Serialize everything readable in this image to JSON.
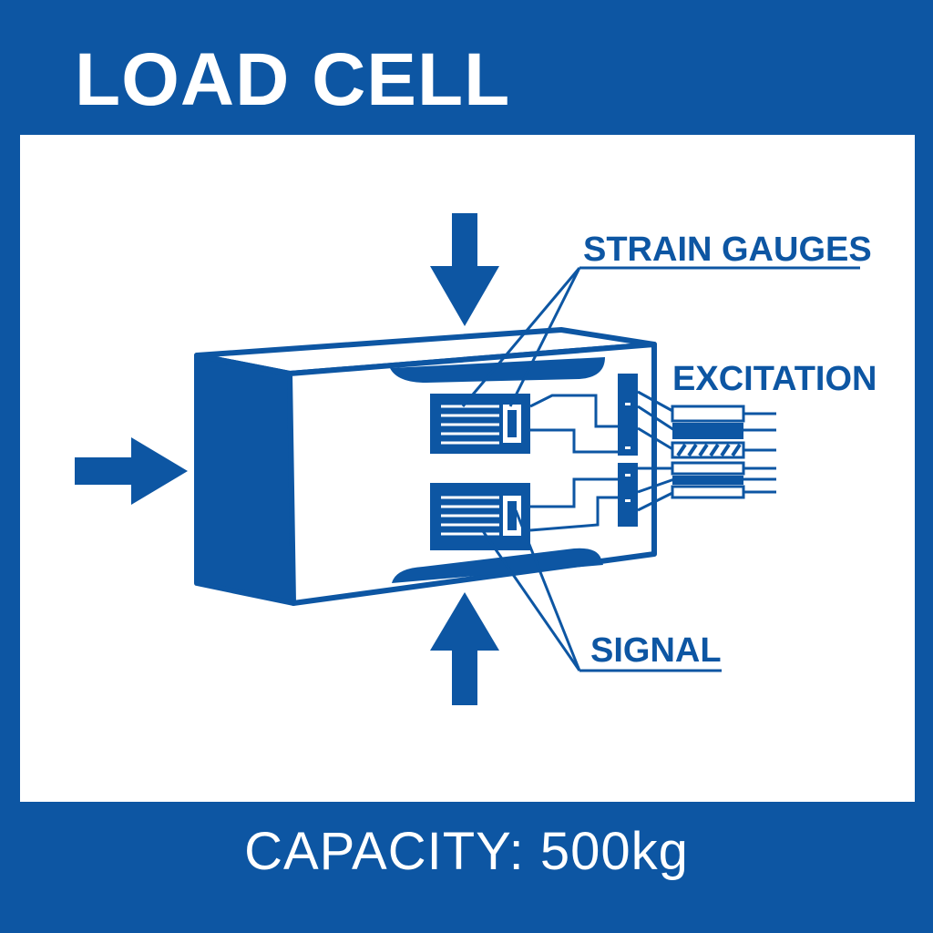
{
  "title": "LOAD CELL",
  "labels": {
    "strain_gauges": "STRAIN GAUGES",
    "excitation": "EXCITATION",
    "signal": "SIGNAL"
  },
  "footer": {
    "capacity": "CAPACITY: 500kg"
  },
  "colors": {
    "brand_blue": "#0d56a3",
    "panel": "#ffffff"
  },
  "icons": [
    "arrow-down-icon",
    "arrow-up-icon",
    "arrow-right-icon"
  ]
}
